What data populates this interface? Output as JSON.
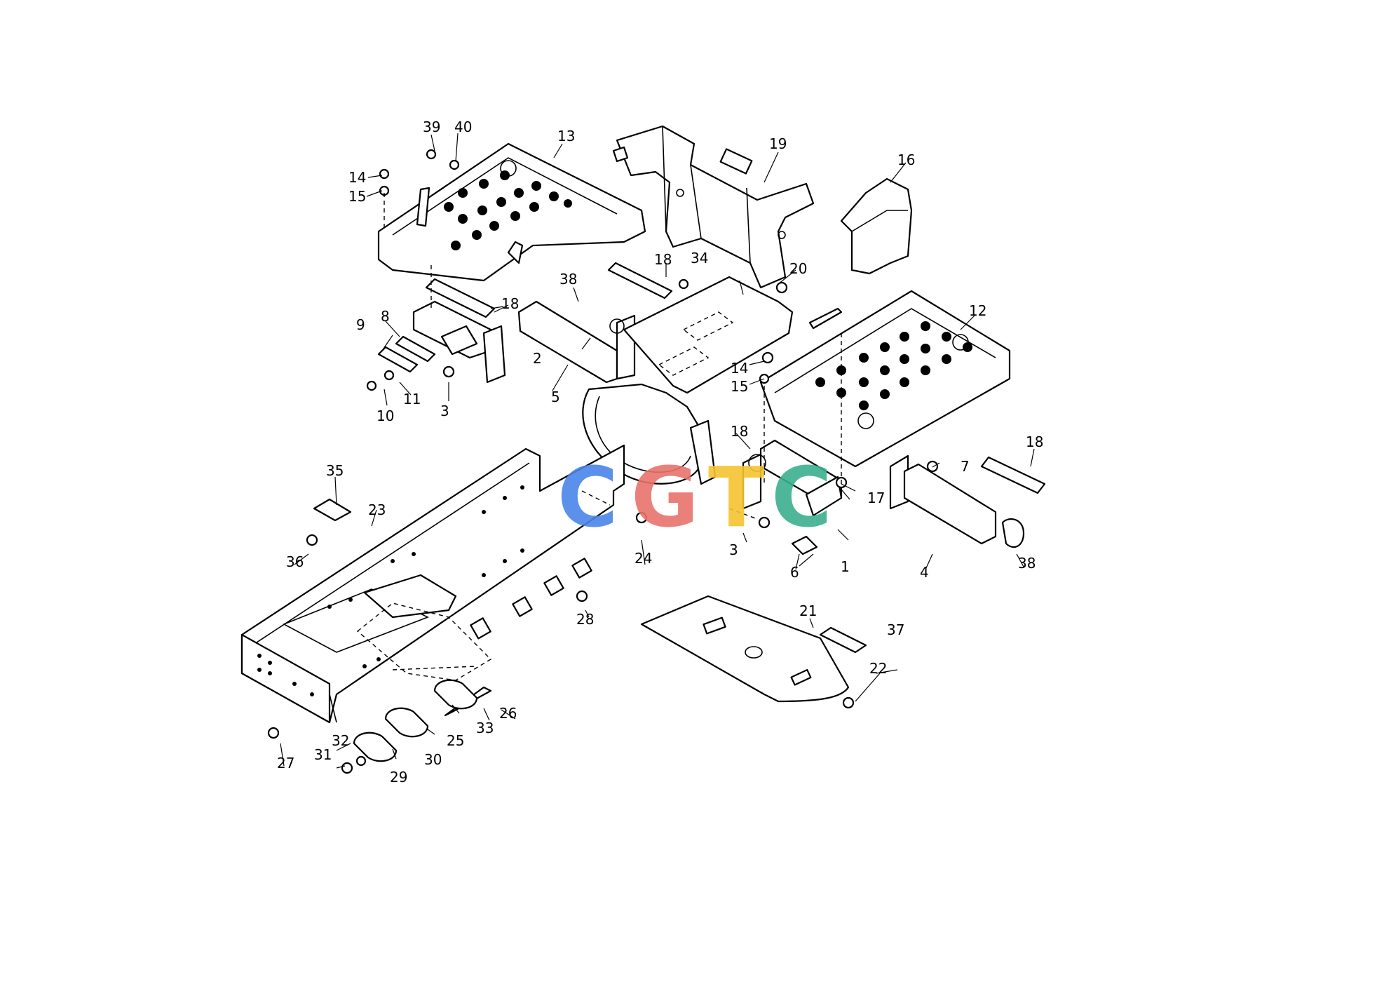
{
  "watermark": {
    "letters": [
      "C",
      "G",
      "T",
      "C"
    ],
    "colors": [
      "#4A86E8",
      "#E8736C",
      "#F4C430",
      "#3BB08F"
    ]
  },
  "callouts": {
    "n1": "1",
    "n2": "2",
    "n3a": "3",
    "n3b": "3",
    "n4": "4",
    "n5": "5",
    "n6": "6",
    "n7": "7",
    "n8": "8",
    "n9": "9",
    "n10": "10",
    "n11": "11",
    "n12": "12",
    "n13": "13",
    "n14a": "14",
    "n14b": "14",
    "n15a": "15",
    "n15b": "15",
    "n16": "16",
    "n17": "17",
    "n18a": "18",
    "n18b": "18",
    "n18c": "18",
    "n18d": "18",
    "n19": "19",
    "n20": "20",
    "n21": "21",
    "n22": "22",
    "n23": "23",
    "n24": "24",
    "n25": "25",
    "n26": "26",
    "n27": "27",
    "n28": "28",
    "n29": "29",
    "n30": "30",
    "n31": "31",
    "n32": "32",
    "n33": "33",
    "n34": "34",
    "n35": "35",
    "n36": "36",
    "n37": "37",
    "n38a": "38",
    "n38b": "38",
    "n39": "39",
    "n40": "40"
  }
}
